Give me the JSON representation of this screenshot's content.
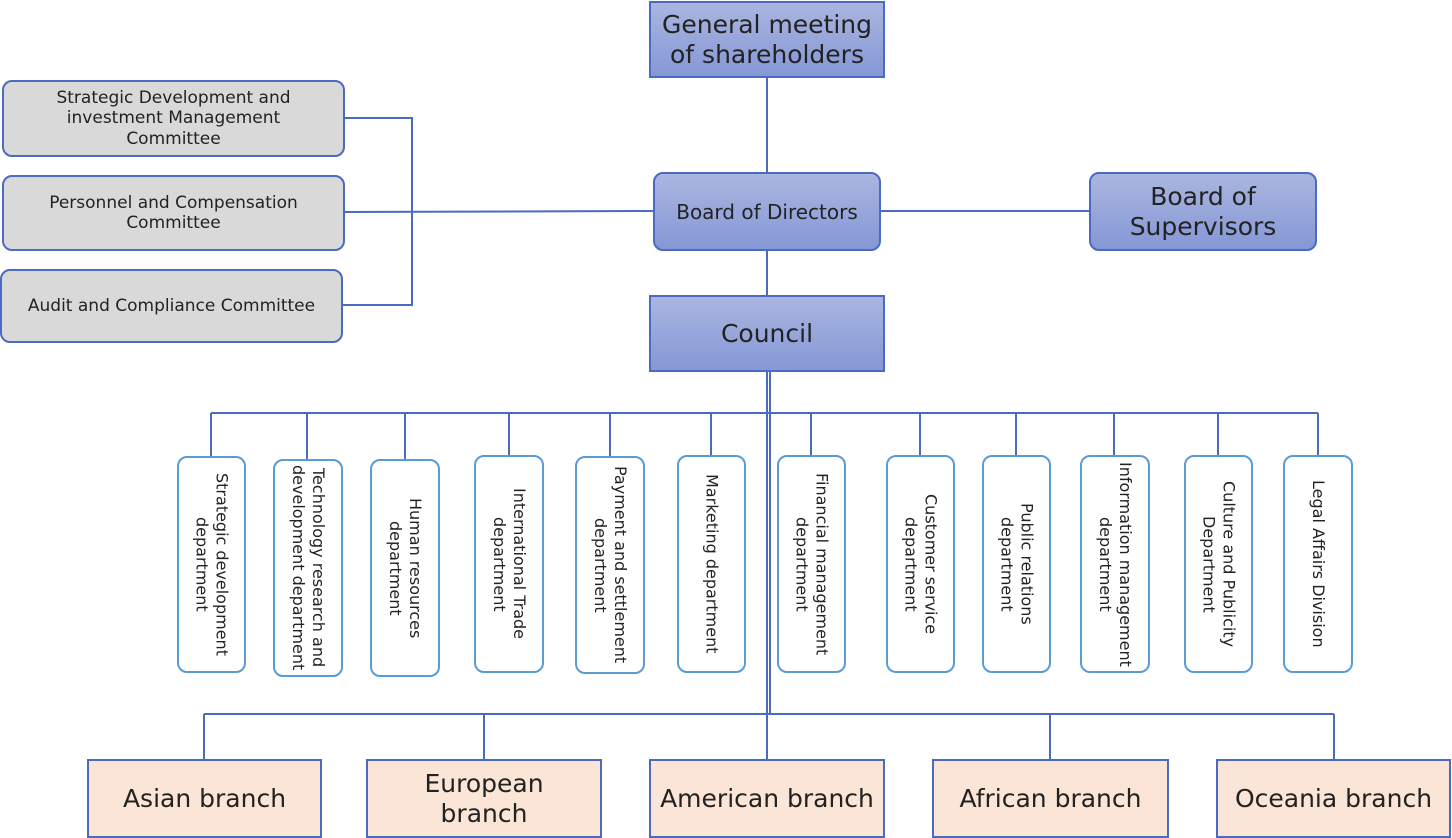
{
  "top": {
    "shareholders": "General meeting of shareholders"
  },
  "board": {
    "directors": "Board of Directors",
    "supervisors": "Board of Supervisors"
  },
  "council": "Council",
  "committees": [
    "Strategic Development and investment Management Committee",
    "Personnel and Compensation Committee",
    "Audit and Compliance Committee"
  ],
  "departments": [
    "Strategic development department",
    "Technology research and development department",
    "Human resources department",
    "International Trade department",
    "Payment and settlement department",
    "Marketing department",
    "Financial management department",
    "Customer service department",
    "Public relations department",
    "Information management department",
    "Culture and Publicity Department",
    "Legal Affairs Division"
  ],
  "branches": [
    "Asian branch",
    "European branch",
    "American branch",
    "African branch",
    "Oceania branch"
  ],
  "colors": {
    "node_fill": "#8fa0da",
    "node_border": "#4a6bbf",
    "committee_fill": "#d9d9d9",
    "dept_border": "#5b9bd5",
    "branch_fill": "#fbe5d6",
    "line": "#4a6bbf"
  }
}
